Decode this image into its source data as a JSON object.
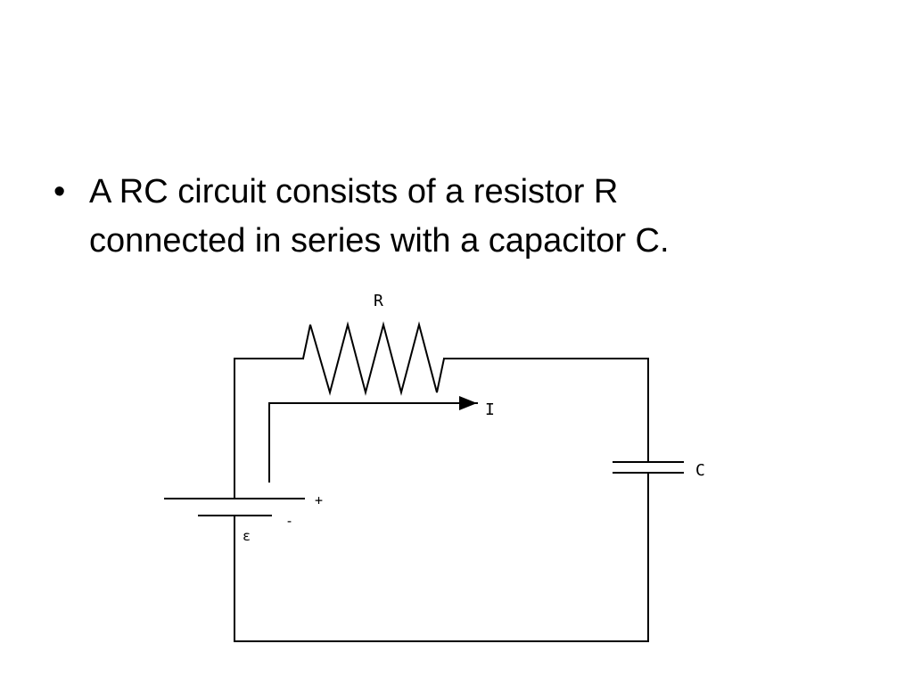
{
  "slide": {
    "bullet": "•",
    "lines": [
      "A RC circuit consists of a resistor R",
      "connected in series with a capacitor C."
    ]
  },
  "circuit": {
    "resistor_label": "R",
    "current_label": "I",
    "capacitor_label": "C",
    "emf_label": "ε",
    "plus_label": "+",
    "minus_label": "-"
  }
}
